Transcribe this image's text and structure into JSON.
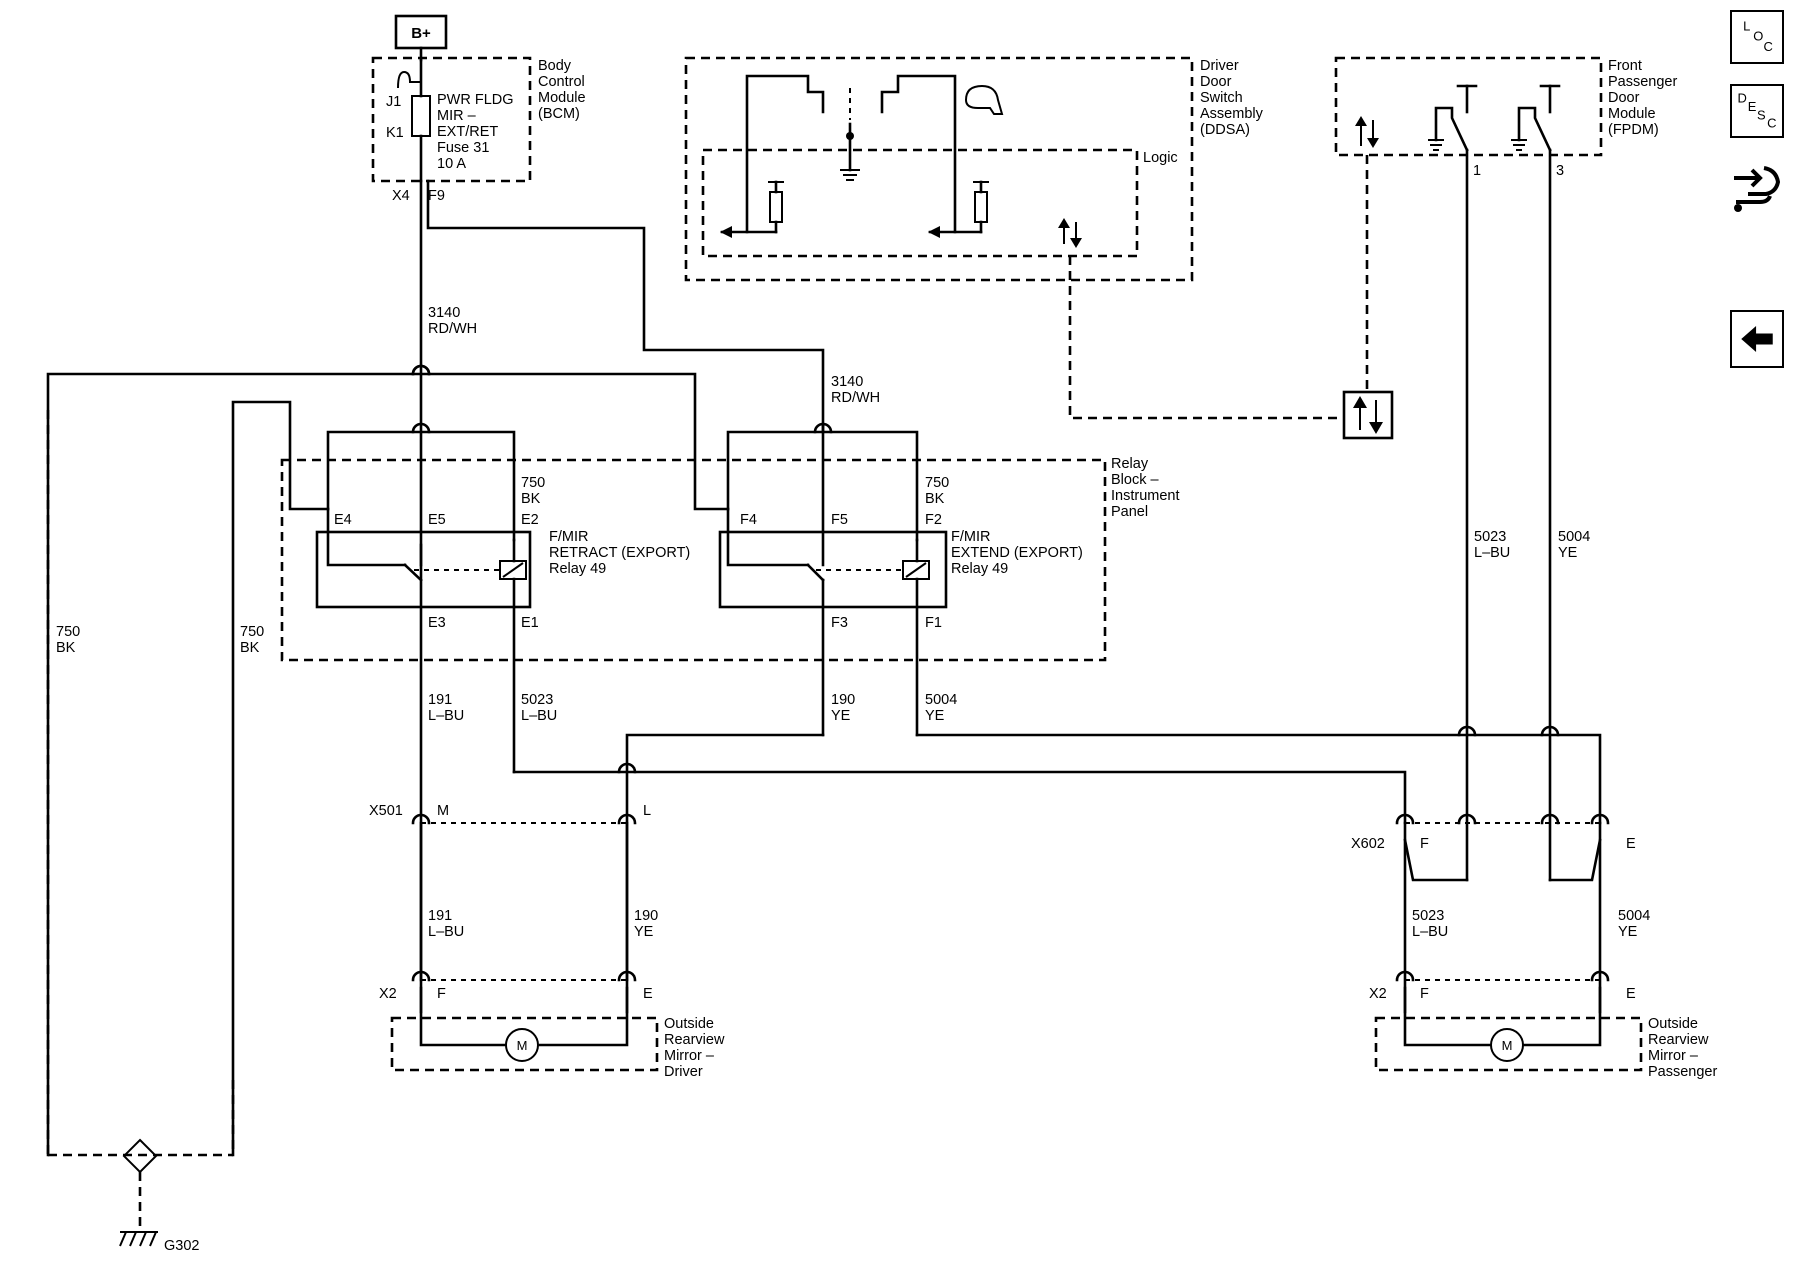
{
  "power": {
    "label": "B+"
  },
  "bcm": {
    "name": [
      "Body",
      "Control",
      "Module",
      "(BCM)"
    ],
    "fuse": [
      "PWR FLDG",
      "MIR –",
      "EXT/RET",
      "Fuse 31",
      "10 A"
    ],
    "pins": {
      "j1": "J1",
      "k1": "K1",
      "x4": "X4",
      "f9": "F9"
    }
  },
  "ddsa": {
    "name": [
      "Driver",
      "Door",
      "Switch",
      "Assembly",
      "(DDSA)"
    ],
    "logic": "Logic"
  },
  "fpdm": {
    "name": [
      "Front",
      "Passenger",
      "Door",
      "Module",
      "(FPDM)"
    ],
    "pin1": "1",
    "pin3": "3"
  },
  "relay_block": {
    "name": [
      "Relay",
      "Block –",
      "Instrument",
      "Panel"
    ]
  },
  "relays": [
    {
      "name": [
        "F/MIR",
        "RETRACT (EXPORT)",
        "Relay 49"
      ],
      "pins": [
        "E4",
        "E5",
        "E2",
        "E3",
        "E1"
      ]
    },
    {
      "name": [
        "F/MIR",
        "EXTEND (EXPORT)",
        "Relay 49"
      ],
      "pins": [
        "F4",
        "F5",
        "F2",
        "F3",
        "F1"
      ]
    }
  ],
  "wires": {
    "w3140a": [
      "3140",
      "RD/WH"
    ],
    "w3140b": [
      "3140",
      "RD/WH"
    ],
    "w750a": [
      "750",
      "BK"
    ],
    "w750b": [
      "750",
      "BK"
    ],
    "w750c": [
      "750",
      "BK"
    ],
    "w750d": [
      "750",
      "BK"
    ],
    "w191a": [
      "191",
      "L–BU"
    ],
    "w5023a": [
      "5023",
      "L–BU"
    ],
    "w190a": [
      "190",
      "YE"
    ],
    "w5004a": [
      "5004",
      "YE"
    ],
    "w5023b": [
      "5023",
      "L–BU"
    ],
    "w5004b": [
      "5004",
      "YE"
    ],
    "w191b": [
      "191",
      "L–BU"
    ],
    "w190b": [
      "190",
      "YE"
    ],
    "w5023c": [
      "5023",
      "L–BU"
    ],
    "w5004c": [
      "5004",
      "YE"
    ]
  },
  "connectors": {
    "x501": "X501",
    "x501_m": "M",
    "x501_l": "L",
    "x602": "X602",
    "x602_f": "F",
    "x602_e": "E",
    "x2_driver": "X2",
    "x2_driver_f": "F",
    "x2_driver_e": "E",
    "x2_pass": "X2",
    "x2_pass_f": "F",
    "x2_pass_e": "E"
  },
  "motor_label": "M",
  "mirror_driver": [
    "Outside",
    "Rearview",
    "Mirror –",
    "Driver"
  ],
  "mirror_passenger": [
    "Outside",
    "Rearview",
    "Mirror –",
    "Passenger"
  ],
  "ground": "G302",
  "side_buttons": {
    "loc": [
      "L",
      "O",
      "C"
    ],
    "desc": [
      "D",
      "E",
      "S",
      "C"
    ]
  }
}
